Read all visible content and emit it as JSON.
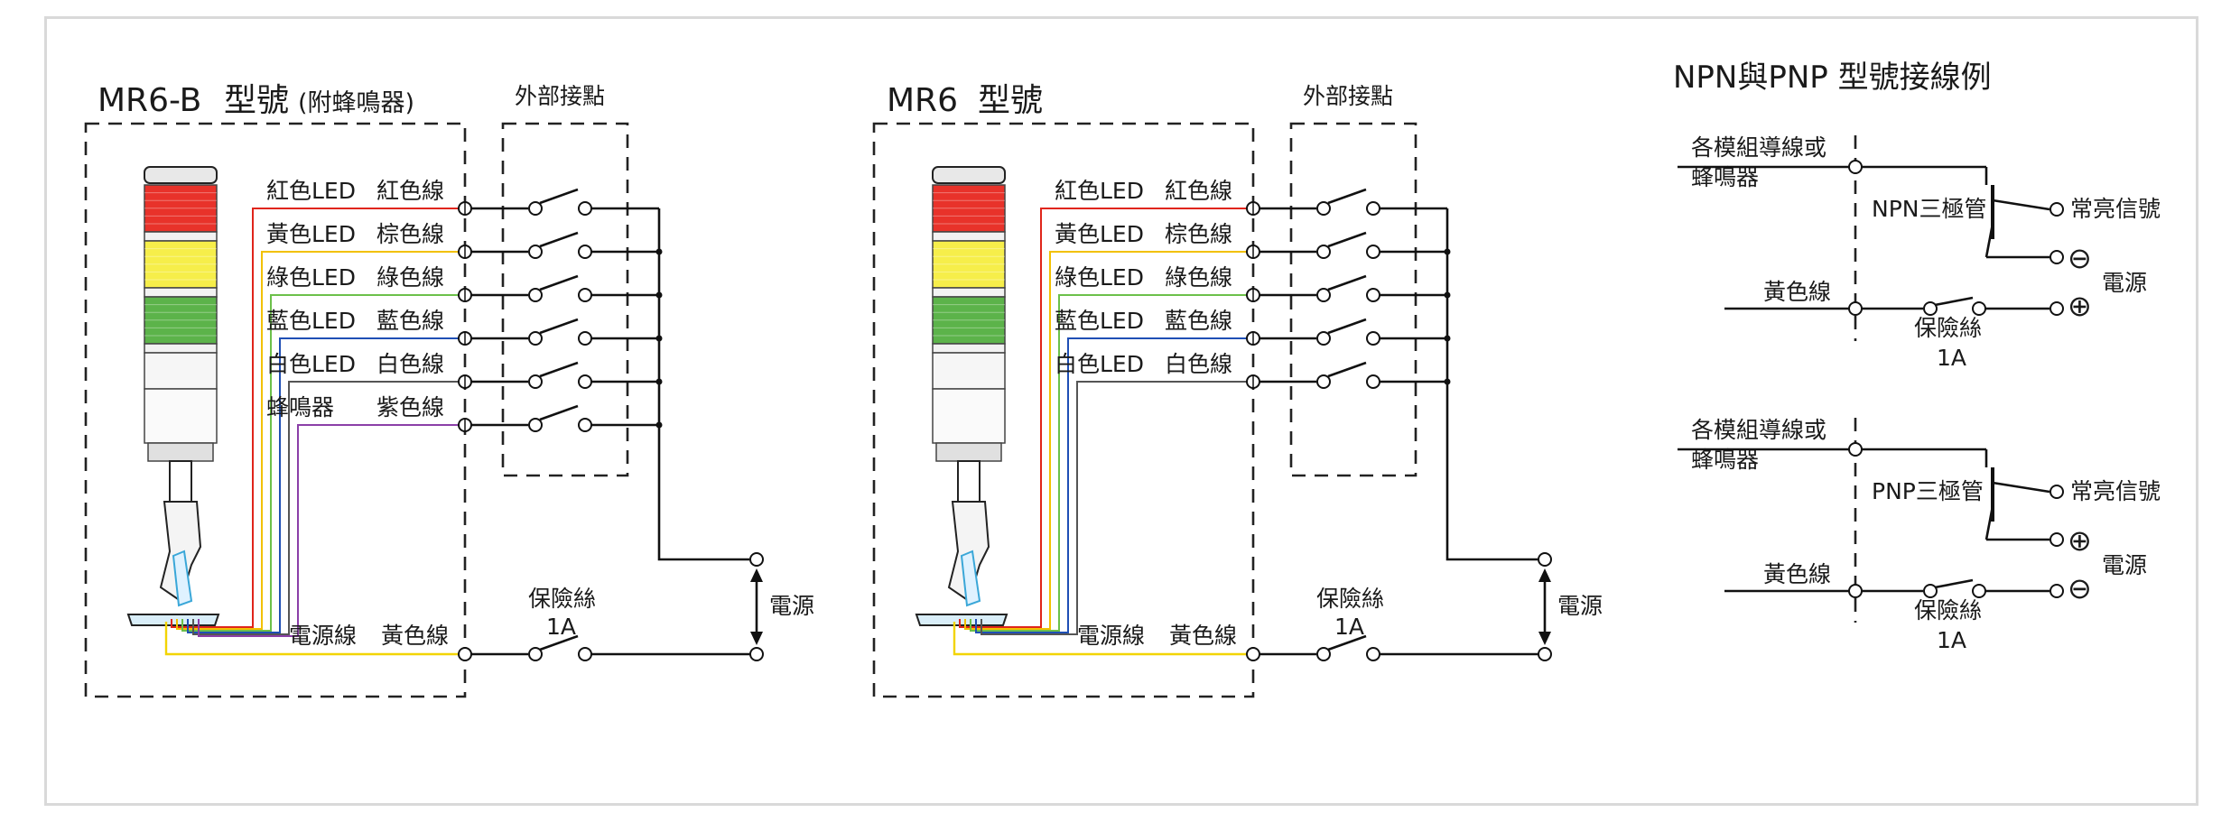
{
  "diagram_b": {
    "model_code": "MR6-B",
    "model_word": "型號",
    "model_note": "(附蜂鳴器)",
    "external_contacts": "外部接點",
    "rows": [
      {
        "led": "紅色LED",
        "wire": "紅色線",
        "color": "#e0251b"
      },
      {
        "led": "黃色LED",
        "wire": "棕色線",
        "color": "#f2c100"
      },
      {
        "led": "綠色LED",
        "wire": "綠色線",
        "color": "#6cc04a"
      },
      {
        "led": "藍色LED",
        "wire": "藍色線",
        "color": "#1f4fb5"
      },
      {
        "led": "白色LED",
        "wire": "白色線",
        "color": "#555555"
      },
      {
        "led": "蜂鳴器",
        "wire": "紫色線",
        "color": "#8b3fa8"
      }
    ],
    "power_line": "電源線",
    "power_wire": "黃色線",
    "fuse": "保險絲",
    "fuse_rating": "1A",
    "power": "電源"
  },
  "diagram_a": {
    "model_code": "MR6",
    "model_word": "型號",
    "external_contacts": "外部接點",
    "rows": [
      {
        "led": "紅色LED",
        "wire": "紅色線",
        "color": "#e0251b"
      },
      {
        "led": "黃色LED",
        "wire": "棕色線",
        "color": "#f2c100"
      },
      {
        "led": "綠色LED",
        "wire": "綠色線",
        "color": "#6cc04a"
      },
      {
        "led": "藍色LED",
        "wire": "藍色線",
        "color": "#1f4fb5"
      },
      {
        "led": "白色LED",
        "wire": "白色線",
        "color": "#555555"
      }
    ],
    "power_line": "電源線",
    "power_wire": "黃色線",
    "fuse": "保險絲",
    "fuse_rating": "1A",
    "power": "電源"
  },
  "transistor": {
    "title": "NPN與PNP 型號接線例",
    "npn": {
      "input_line1": "各模組導線或",
      "input_line2": "蜂鳴器",
      "name": "NPN三極管",
      "output": "常亮信號",
      "power_sign_top": "⊖",
      "power_sign_bottom": "⊕",
      "power": "電源",
      "ground_wire": "黃色線",
      "fuse": "保險絲",
      "fuse_rating": "1A"
    },
    "pnp": {
      "input_line1": "各模組導線或",
      "input_line2": "蜂鳴器",
      "name": "PNP三極管",
      "output": "常亮信號",
      "power_sign_top": "⊕",
      "power_sign_bottom": "⊖",
      "power": "電源",
      "ground_wire": "黃色線",
      "fuse": "保險絲",
      "fuse_rating": "1A"
    }
  },
  "colors": {
    "red_lamp": "#e8322a",
    "yellow_lamp": "#f6ee4a",
    "green_lamp": "#5cb34a",
    "power_wire": "#f2d400",
    "frame_border": "#d9d9d9"
  }
}
